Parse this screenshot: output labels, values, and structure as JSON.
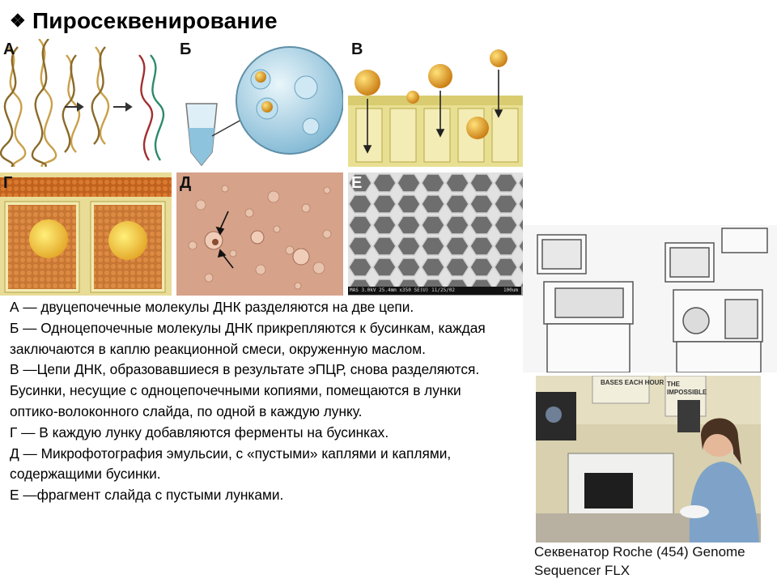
{
  "slide": {
    "bullet_symbol": "❖",
    "title": "Пиросеквенирование",
    "panels": {
      "a": "А",
      "b": "Б",
      "v": "В",
      "g": "Г",
      "d": "Д",
      "e": "Е"
    },
    "sem_info": "MAS 3.0kV 25.4mm x350 SE(U) 11/25/02",
    "sem_scale": "100um",
    "description_lines": [
      "А —  двуцепочечные молекулы ДНК разделяются на две цепи.",
      "Б — Одноцепочечные молекулы ДНК прикрепляются к бусинкам, каждая заключаются в каплю реакционной смеси, окруженную маслом.",
      "В —Цепи ДНК, образовавшиеся в результате эПЦР, снова разделяются. Бусинки, несущие с одноцепочечными копиями, помещаются в лунки оптико-волоконного слайда, по одной в каждую лунку.",
      "Г — В каждую лунку добавляются ферменты на бусинках.",
      "Д — Микрофотография эмульсии, с «пустыми» каплями и каплями, содержащими бусинки.",
      "Е —фрагмент слайда с пустыми лунками."
    ],
    "poster_text_1": "BASES EACH HOUR",
    "poster_text_2": "THE IMPOSSIBLE",
    "caption": "Секвенатор Roche (454) Genome Sequencer FLX"
  },
  "colors": {
    "gold": "#e8b020",
    "orange_bead": "#c86a28",
    "slide_yellow": "#e9e0a0",
    "emulsion_pink": "#d8a58c",
    "sem_gray": "#9a9a9a",
    "lab_coat": "#7fa3c8"
  }
}
